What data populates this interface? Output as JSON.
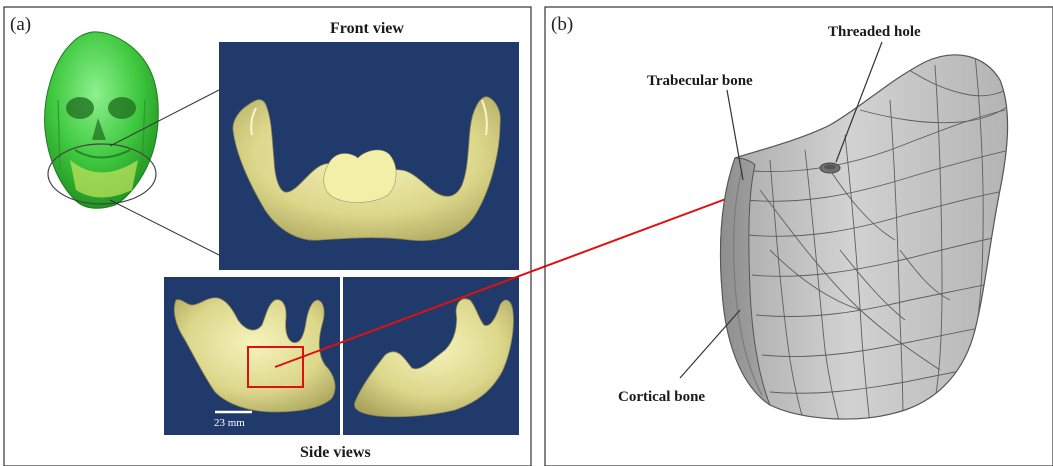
{
  "panels": {
    "a": {
      "label": "(a)",
      "front_title": "Front view",
      "side_title": "Side views",
      "scale_bar_label": "23 mm"
    },
    "b": {
      "label": "(b)",
      "callouts": {
        "threaded_hole": "Threaded hole",
        "trabecular_bone": "Trabecular bone",
        "cortical_bone": "Cortical bone"
      }
    }
  },
  "colors": {
    "background_blue": "#1f3a6b",
    "bone_yellow": "#e6e29a",
    "skull_green": "#3ec83e",
    "mesh_gray": "#bdbdbd",
    "highlight_red": "#e01010"
  }
}
